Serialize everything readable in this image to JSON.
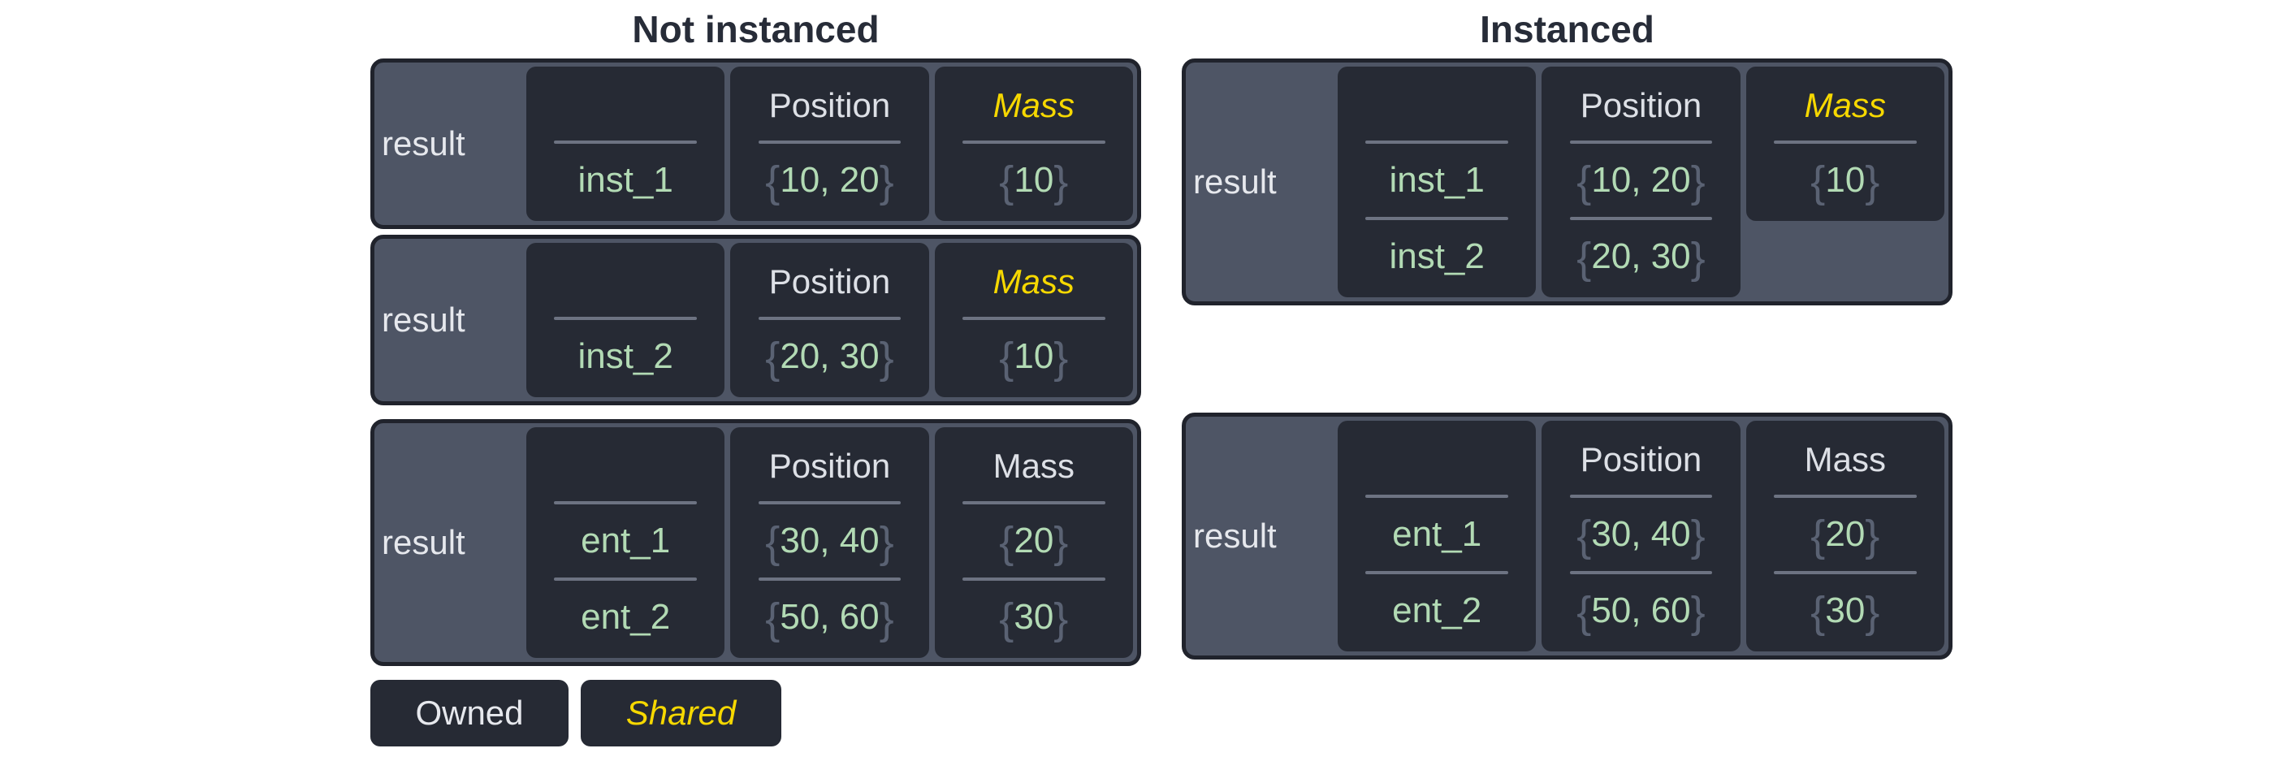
{
  "titles": {
    "not_instanced": "Not instanced",
    "instanced": "Instanced"
  },
  "glyphs": {
    "brace_open": "{",
    "brace_close": "}"
  },
  "legend": {
    "owned": "Owned",
    "shared": "Shared"
  },
  "colors": {
    "page_bg": "#ffffff",
    "title_text": "#272c38",
    "box_border": "#20232c",
    "box_fill": "#4e5565",
    "cell_fill": "#262a34",
    "divider": "#6d7382",
    "light_text": "#e6e8ed",
    "value_green": "#b2dab4",
    "brace_gray": "#5a6273",
    "shared_yellow": "#f6d800"
  },
  "tables": {
    "not_instanced_1": {
      "result": "result",
      "rows": [
        "inst_1"
      ],
      "position": {
        "header": "Position",
        "values": [
          "10, 20"
        ]
      },
      "mass": {
        "header": "Mass",
        "shared": true,
        "values": [
          "10"
        ]
      }
    },
    "not_instanced_2": {
      "result": "result",
      "rows": [
        "inst_2"
      ],
      "position": {
        "header": "Position",
        "values": [
          "20, 30"
        ]
      },
      "mass": {
        "header": "Mass",
        "shared": true,
        "values": [
          "10"
        ]
      }
    },
    "not_instanced_3": {
      "result": "result",
      "rows": [
        "ent_1",
        "ent_2"
      ],
      "position": {
        "header": "Position",
        "values": [
          "30, 40",
          "50, 60"
        ]
      },
      "mass": {
        "header": "Mass",
        "shared": false,
        "values": [
          "20",
          "30"
        ]
      }
    },
    "instanced_1": {
      "result": "result",
      "rows": [
        "inst_1",
        "inst_2"
      ],
      "position": {
        "header": "Position",
        "values": [
          "10, 20",
          "20, 30"
        ]
      },
      "mass": {
        "header": "Mass",
        "shared": true,
        "values": [
          "10"
        ]
      }
    },
    "instanced_2": {
      "result": "result",
      "rows": [
        "ent_1",
        "ent_2"
      ],
      "position": {
        "header": "Position",
        "values": [
          "30, 40",
          "50, 60"
        ]
      },
      "mass": {
        "header": "Mass",
        "shared": false,
        "values": [
          "20",
          "30"
        ]
      }
    }
  }
}
